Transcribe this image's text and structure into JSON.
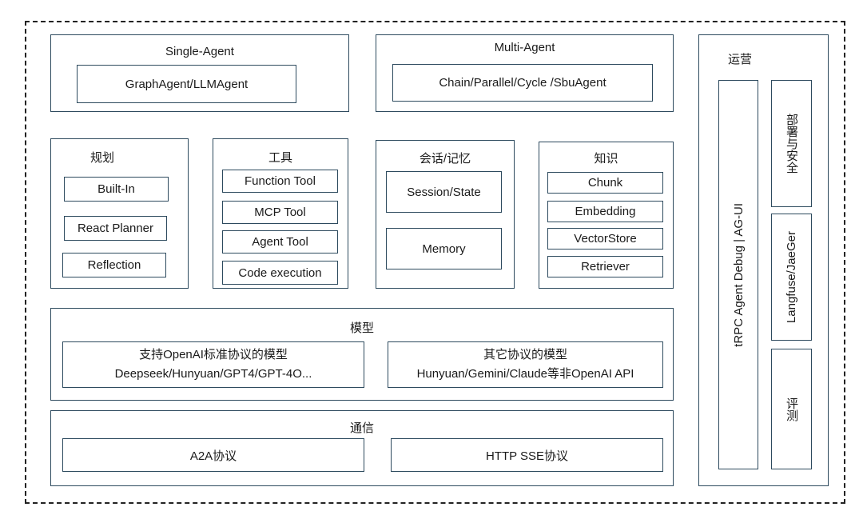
{
  "single_agent": {
    "title": "Single-Agent",
    "item": "GraphAgent/LLMAgent"
  },
  "multi_agent": {
    "title": "Multi-Agent",
    "item": "Chain/Parallel/Cycle /SbuAgent"
  },
  "planning": {
    "title": "规划",
    "items": [
      "Built-In",
      "React Planner",
      "Reflection"
    ]
  },
  "tools": {
    "title": "工具",
    "items": [
      "Function Tool",
      "MCP Tool",
      "Agent Tool",
      "Code execution"
    ]
  },
  "session": {
    "title": "会话/记忆",
    "items": [
      "Session/State",
      "Memory"
    ]
  },
  "knowledge": {
    "title": "知识",
    "items": [
      "Chunk",
      "Embedding",
      "VectorStore",
      "Retriever"
    ]
  },
  "model": {
    "title": "模型",
    "left": {
      "line1": "支持OpenAI标准协议的模型",
      "line2": "Deepseek/Hunyuan/GPT4/GPT-4O..."
    },
    "right": {
      "line1": "其它协议的模型",
      "line2": "Hunyuan/Gemini/Claude等非OpenAI API"
    }
  },
  "comm": {
    "title": "通信",
    "items": [
      "A2A协议",
      "HTTP SSE协议"
    ]
  },
  "ops": {
    "title": "运营",
    "debug": "tRPC Agent Debug | AG-UI",
    "deploy": "部署与安全",
    "trace": "Langfuse/JaeGer",
    "eval": "评测"
  }
}
